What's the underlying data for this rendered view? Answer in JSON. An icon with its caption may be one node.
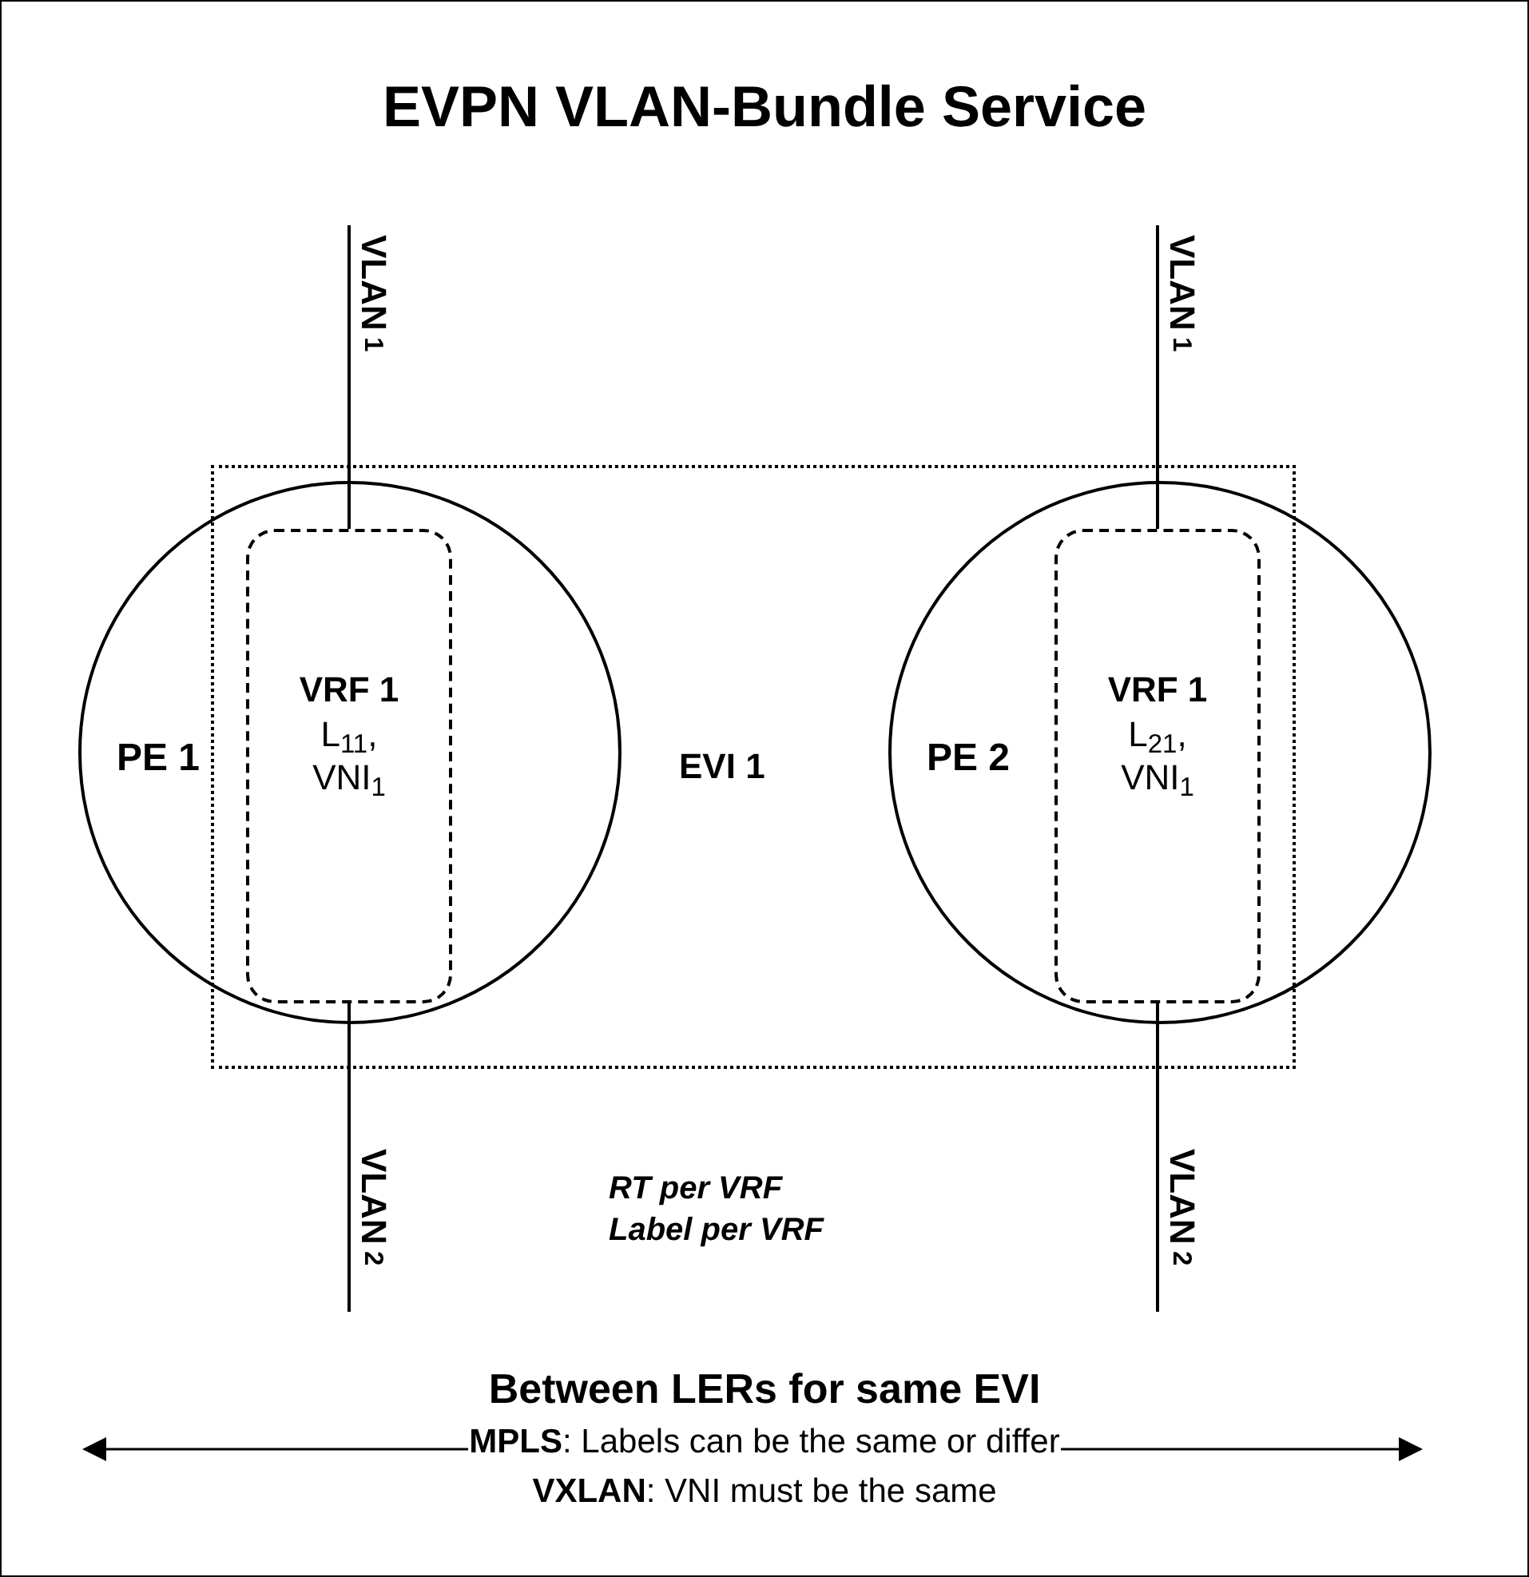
{
  "diagram": {
    "title": "EVPN VLAN-Bundle Service",
    "nodes": [
      {
        "text": [
          "PE 1"
        ]
      },
      {
        "text": [
          "VRF 1",
          "L$_{11}$, VNI$_{1}$"
        ]
      },
      {
        "text": [
          "EVI 1"
        ]
      },
      {
        "text": [
          "PE 2"
        ]
      },
      {
        "text": [
          "VRF 1",
          "L$_{21}$, VNI$_{1}$"
        ]
      }
    ],
    "edges": [
      {
        "from": null,
        "to": 1,
        "arrow": "none",
        "label": "VLAN$_{1}$"
      },
      {
        "from": 1,
        "to": null,
        "arrow": "none",
        "label": "VLAN$_{2}$"
      },
      {
        "from": null,
        "to": 4,
        "arrow": "none",
        "label": "VLAN$_{1}$"
      },
      {
        "from": 4,
        "to": null,
        "arrow": "none",
        "label": "VLAN$_{2}$"
      }
    ],
    "labels": [
      "RT per VRF",
      "Label per VRF",
      "Between LERs for same EVI",
      "**MPLS**: Labels can be the same or differ",
      "**VXLAN**: VNI must be the same"
    ]
  }
}
